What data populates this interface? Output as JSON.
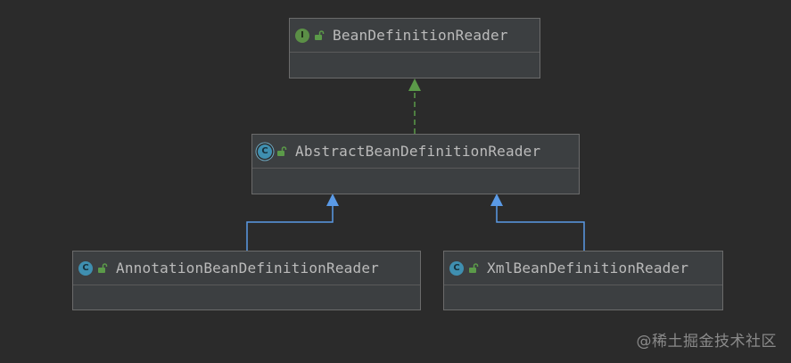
{
  "diagram": {
    "nodes": {
      "bean_definition_reader": {
        "title": "BeanDefinitionReader",
        "kind": "interface",
        "icon_letter": "I"
      },
      "abstract_bean_definition_reader": {
        "title": "AbstractBeanDefinitionReader",
        "kind": "abstract-class",
        "icon_letter": "C"
      },
      "annotation_bean_definition_reader": {
        "title": "AnnotationBeanDefinitionReader",
        "kind": "class",
        "icon_letter": "C"
      },
      "xml_bean_definition_reader": {
        "title": "XmlBeanDefinitionReader",
        "kind": "class",
        "icon_letter": "C"
      }
    },
    "edges": [
      {
        "from": "AbstractBeanDefinitionReader",
        "to": "BeanDefinitionReader",
        "type": "implements"
      },
      {
        "from": "AnnotationBeanDefinitionReader",
        "to": "AbstractBeanDefinitionReader",
        "type": "extends"
      },
      {
        "from": "XmlBeanDefinitionReader",
        "to": "AbstractBeanDefinitionReader",
        "type": "extends"
      }
    ],
    "colors": {
      "background": "#2b2b2b",
      "node_fill": "#3c3f41",
      "node_border": "#6b6b6b",
      "implements_edge": "#5b9a49",
      "extends_edge": "#5a9ae6",
      "interface_icon": "#5b8f46",
      "class_icon": "#3f8fb0"
    }
  },
  "watermark": "@稀土掘金技术社区"
}
